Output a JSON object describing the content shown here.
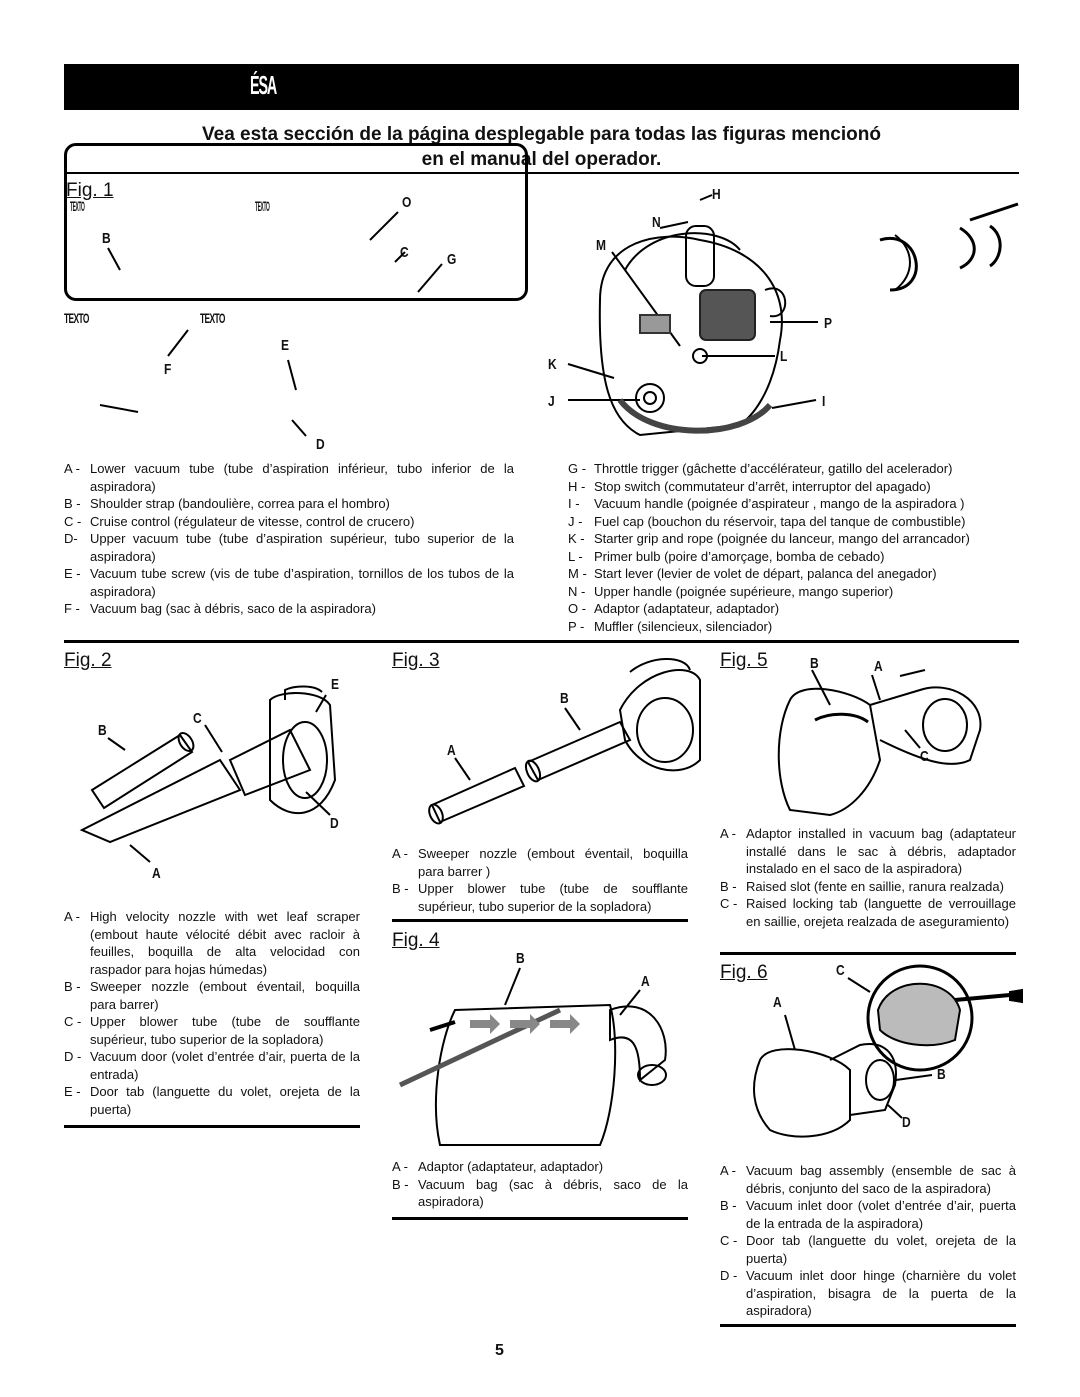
{
  "header": {
    "banner_text": "ÉSA",
    "subtitle_line1": "Vea esta sección de la página desplegable para todas las figuras mencionó",
    "subtitle_line2": "en el manual del operador."
  },
  "fig1": {
    "title": "Fig. 1",
    "garbled_1": "TEXTO",
    "garbled_2": "TEXTO",
    "garbled_3": "TEXTO",
    "garbled_4": "TEXTO",
    "callouts": [
      "O",
      "H",
      "N",
      "M",
      "B",
      "C",
      "G",
      "P",
      "E",
      "F",
      "K",
      "L",
      "J",
      "I",
      "D"
    ],
    "legend_left": [
      {
        "key": "A -",
        "text": "Lower vacuum tube (tube d’aspiration inférieur, tubo inferior de la aspiradora)"
      },
      {
        "key": "B -",
        "text": "Shoulder strap (bandoulière, correa para el hombro)"
      },
      {
        "key": "C -",
        "text": "Cruise control (régulateur de vitesse, control de crucero)"
      },
      {
        "key": "D-",
        "text": "Upper vacuum tube (tube d’aspiration supérieur, tubo superior de la aspiradora)"
      },
      {
        "key": "E -",
        "text": "Vacuum tube screw (vis de tube d’aspiration, tornillos de los tubos de la aspiradora)"
      },
      {
        "key": "F -",
        "text": "Vacuum bag (sac à débris, saco de la aspiradora)"
      }
    ],
    "legend_right": [
      {
        "key": "G -",
        "text": "Throttle trigger (gâchette d’accélérateur, gatillo del acelerador)"
      },
      {
        "key": "H -",
        "text": "Stop switch (commutateur d’arrêt, interruptor del apagado)"
      },
      {
        "key": "I -",
        "text": "Vacuum handle (poignée d’aspirateur , mango de la aspiradora )"
      },
      {
        "key": "J -",
        "text": "Fuel cap (bouchon du réservoir, tapa del tanque de combustible)"
      },
      {
        "key": "K -",
        "text": "Starter grip and rope (poignée du lanceur, mango del arrancador)"
      },
      {
        "key": "L -",
        "text": "Primer bulb (poire d’amorçage, bomba de cebado)"
      },
      {
        "key": "M -",
        "text": "Start lever (levier de volet de départ, palanca del anegador)"
      },
      {
        "key": "N -",
        "text": "Upper handle (poignée supérieure, mango superior)"
      },
      {
        "key": "O -",
        "text": "Adaptor (adaptateur, adaptador)"
      },
      {
        "key": "P -",
        "text": "Muffler (silencieux, silenciador)"
      }
    ]
  },
  "fig2": {
    "title": "Fig. 2",
    "callouts": [
      "E",
      "C",
      "B",
      "D",
      "A"
    ],
    "legend": [
      {
        "key": "A -",
        "text": "High velocity nozzle with wet leaf scraper (embout haute vélocité débit avec racloir à feuilles, boquilla de alta velocidad con raspador para hojas húmedas)"
      },
      {
        "key": "B -",
        "text": "Sweeper nozzle (embout éventail, boquilla para barrer)"
      },
      {
        "key": "C -",
        "text": "Upper blower tube (tube de soufflante supérieur, tubo superior de la sopladora)"
      },
      {
        "key": "D -",
        "text": "Vacuum door (volet d’entrée d’air, puerta de la entrada)"
      },
      {
        "key": "E -",
        "text": "Door tab (languette du volet, orejeta de la puerta)"
      }
    ]
  },
  "fig3": {
    "title": "Fig. 3",
    "callouts": [
      "B",
      "A"
    ],
    "legend": [
      {
        "key": "A -",
        "text": "Sweeper nozzle (embout éventail, boquilla para barrer )"
      },
      {
        "key": "B -",
        "text": "Upper blower tube (tube de soufflante supérieur, tubo superior de la sopladora)"
      }
    ]
  },
  "fig4": {
    "title": "Fig. 4",
    "callouts": [
      "B",
      "A"
    ],
    "legend": [
      {
        "key": "A -",
        "text": "Adaptor (adaptateur, adaptador)"
      },
      {
        "key": "B -",
        "text": "Vacuum bag (sac à débris, saco de la aspiradora)"
      }
    ]
  },
  "fig5": {
    "title": "Fig. 5",
    "callouts": [
      "B",
      "A",
      "C"
    ],
    "legend": [
      {
        "key": "A -",
        "text": "Adaptor installed in vacuum bag (adaptateur installé dans le sac à débris, adaptador instalado en el saco de la aspiradora)"
      },
      {
        "key": "B -",
        "text": "Raised slot (fente en saillie, ranura realzada)"
      },
      {
        "key": "C -",
        "text": "Raised locking tab (languette de verrouillage en saillie, orejeta realzada de aseguramiento)"
      }
    ]
  },
  "fig6": {
    "title": "Fig. 6",
    "callouts": [
      "C",
      "A",
      "B",
      "D"
    ],
    "legend": [
      {
        "key": "A -",
        "text": "Vacuum bag assembly (ensemble de sac à débris, conjunto del saco de la aspiradora)"
      },
      {
        "key": "B -",
        "text": "Vacuum inlet door (volet d’entrée d’air, puerta de la entrada de la aspiradora)"
      },
      {
        "key": "C -",
        "text": "Door tab (languette du volet, orejeta de la puerta)"
      },
      {
        "key": "D -",
        "text": "Vacuum inlet door hinge (charnière du volet d’aspiration, bisagra de la puerta de la aspiradora)"
      }
    ]
  },
  "footer": {
    "page_number": "5"
  }
}
